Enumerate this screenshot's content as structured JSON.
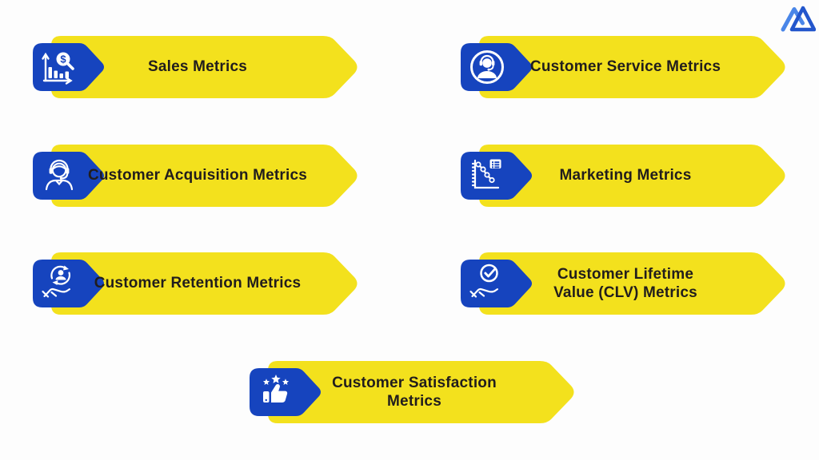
{
  "page": {
    "background_color": "#fdfdfd"
  },
  "colors": {
    "banner_yellow": "#f3e11d",
    "badge_blue": "#1644be",
    "label_text": "#211d1d",
    "icon_white": "#ffffff",
    "logo_light_blue": "#4a86e8",
    "logo_dark_blue": "#2356cc"
  },
  "logo": {
    "name": "mountain-logo"
  },
  "banners": [
    {
      "label": "Sales Metrics",
      "icon": "sales-chart-magnifier-icon",
      "lines": [
        "Sales Metrics"
      ]
    },
    {
      "label": "Customer Service Metrics",
      "icon": "headset-person-circle-icon",
      "lines": [
        "Customer Service Metrics"
      ]
    },
    {
      "label": "Customer Acquisition Metrics",
      "icon": "support-agent-icon",
      "lines": [
        "Customer Acquisition Metrics"
      ]
    },
    {
      "label": "Marketing Metrics",
      "icon": "declining-chart-report-icon",
      "lines": [
        "Marketing Metrics"
      ]
    },
    {
      "label": "Customer Retention Metrics",
      "icon": "hand-holding-customer-refresh-icon",
      "lines": [
        "Customer Retention Metrics"
      ]
    },
    {
      "label": "Customer Lifetime Value (CLV) Metrics",
      "icon": "hand-holding-check-icon",
      "lines": [
        "Customer Lifetime",
        "Value (CLV) Metrics"
      ]
    },
    {
      "label": "Customer Satisfaction Metrics",
      "icon": "thumbs-up-stars-icon",
      "lines": [
        "Customer Satisfaction",
        "Metrics"
      ]
    }
  ]
}
